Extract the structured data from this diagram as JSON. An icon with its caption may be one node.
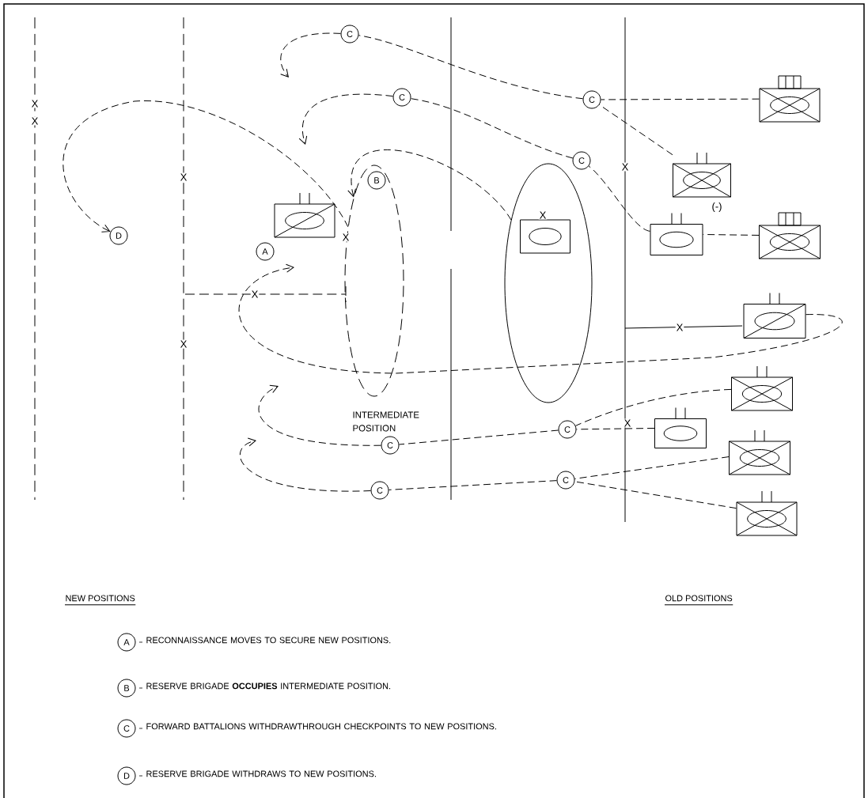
{
  "diagram": {
    "nodes": [
      {
        "text": [
          "D"
        ]
      },
      {
        "text": [
          "A"
        ]
      },
      {
        "text": [
          "B"
        ],
        "in": 12
      },
      {
        "text": [
          "C"
        ]
      },
      {
        "text": [
          "C"
        ]
      },
      {
        "text": [
          "C"
        ]
      },
      {
        "text": [
          "C"
        ]
      },
      {
        "text": [
          "C"
        ]
      },
      {
        "text": [
          "C"
        ]
      },
      {
        "text": [
          "C"
        ]
      },
      {
        "text": [
          "C"
        ]
      },
      {
        "text": [],
        "shape": "box"
      },
      {
        "text": [],
        "shape": "ellipse"
      },
      {
        "text": [],
        "shape": "ellipse"
      },
      {
        "text": [],
        "shape": "box",
        "in": 13,
        "beside": [
          "X"
        ]
      },
      {
        "text": [],
        "shape": "box"
      },
      {
        "text": [],
        "shape": "box"
      },
      {
        "text": [],
        "shape": "box"
      },
      {
        "text": [],
        "shape": "box"
      },
      {
        "text": [],
        "shape": "box"
      },
      {
        "text": [],
        "shape": "box"
      },
      {
        "text": [],
        "shape": "box"
      },
      {
        "text": [],
        "shape": "box"
      },
      {
        "text": [],
        "shape": "box"
      },
      {
        "text": [
          "A"
        ],
        "beside": [
          "RECONNAISSANCE MOVES TO SECURE NEW POSITIONS."
        ]
      },
      {
        "text": [
          "B"
        ],
        "beside": [
          "RESERVE BRIGADE **OCCUPIES** INTERMEDIATE POSITION."
        ]
      },
      {
        "text": [
          "C"
        ],
        "beside": [
          "FORWARD BATTALIONS WITHDRAWTHROUGH CHECKPOINTS TO NEW POSITIONS."
        ]
      },
      {
        "text": [
          "D"
        ],
        "beside": [
          "RESERVE BRIGADE WITHDRAWS TO NEW POSITIONS."
        ]
      }
    ],
    "edges": [
      {
        "from": 15,
        "to": 5,
        "arrow": "none",
        "style": "dashed"
      },
      {
        "from": 16,
        "to": 5,
        "arrow": "none",
        "style": "dashed"
      },
      {
        "from": 5,
        "to": 3,
        "arrow": "none",
        "style": "dashed"
      },
      {
        "from": 3,
        "to": null,
        "arrow": "to",
        "style": "dashed"
      },
      {
        "from": 17,
        "to": 6,
        "arrow": "none",
        "style": "dashed"
      },
      {
        "from": 6,
        "to": 4,
        "arrow": "none",
        "style": "dashed"
      },
      {
        "from": 4,
        "to": null,
        "arrow": "to",
        "style": "dashed"
      },
      {
        "from": 13,
        "to": 12,
        "arrow": "to",
        "style": "dashed"
      },
      {
        "from": 12,
        "to": 0,
        "arrow": "to",
        "style": "dashed"
      },
      {
        "from": 18,
        "to": 17,
        "arrow": "none",
        "style": "dashed"
      },
      {
        "from": 19,
        "to": null,
        "arrow": "to",
        "style": "dashed"
      },
      {
        "from": 20,
        "to": 8,
        "arrow": "none",
        "style": "dashed"
      },
      {
        "from": 21,
        "to": 8,
        "arrow": "none",
        "style": "dashed"
      },
      {
        "from": 8,
        "to": 7,
        "arrow": "none",
        "style": "dashed"
      },
      {
        "from": 7,
        "to": null,
        "arrow": "to",
        "style": "dashed"
      },
      {
        "from": 22,
        "to": 10,
        "arrow": "none",
        "style": "dashed"
      },
      {
        "from": 23,
        "to": 10,
        "arrow": "none",
        "style": "dashed"
      },
      {
        "from": 10,
        "to": 9,
        "arrow": "none",
        "style": "dashed"
      },
      {
        "from": 9,
        "to": null,
        "arrow": "to",
        "style": "dashed"
      }
    ],
    "labels": [
      "X",
      "X",
      "X",
      "X",
      "(-)",
      "X",
      "X",
      "X",
      "X",
      "X",
      "INTERMEDIATE POSITION",
      "NEW POSITIONS",
      "OLD POSITIONS"
    ]
  }
}
